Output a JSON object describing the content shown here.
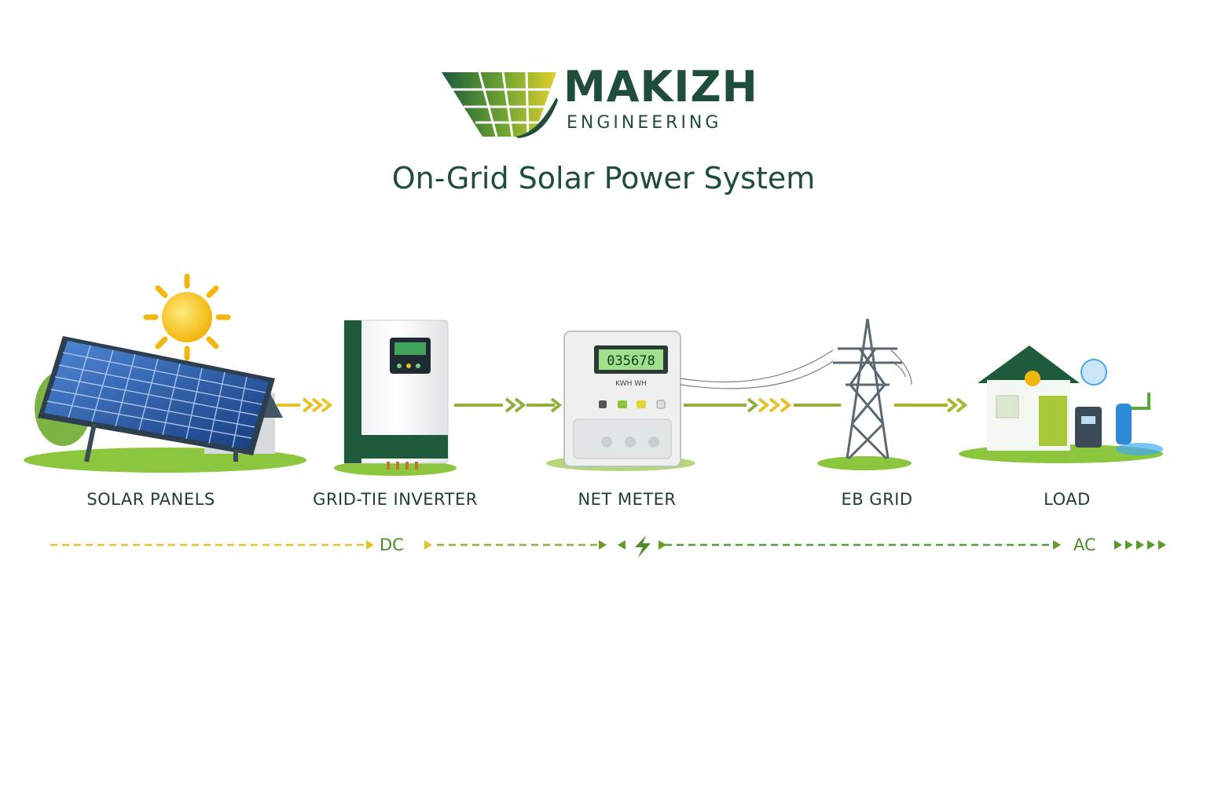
{
  "brand": {
    "name": "MAKIZH",
    "subtitle": "ENGINEERING"
  },
  "title": "On-Grid Solar Power System",
  "components": [
    {
      "label": "SOLAR PANELS",
      "icon": "solar-panel-icon"
    },
    {
      "label": "GRID-TIE INVERTER",
      "icon": "inverter-icon"
    },
    {
      "label": "NET METER",
      "icon": "net-meter-icon",
      "display": "035678",
      "unit": "KWH WH"
    },
    {
      "label": "EB GRID",
      "icon": "transmission-tower-icon"
    },
    {
      "label": "LOAD",
      "icon": "house-icon"
    }
  ],
  "flow": {
    "dc": "DC",
    "ac": "AC"
  },
  "colors": {
    "dark_green": "#1e4d3a",
    "green": "#4c8a2a",
    "yellow": "#e5c227",
    "panel_blue": "#2a5fa8"
  }
}
